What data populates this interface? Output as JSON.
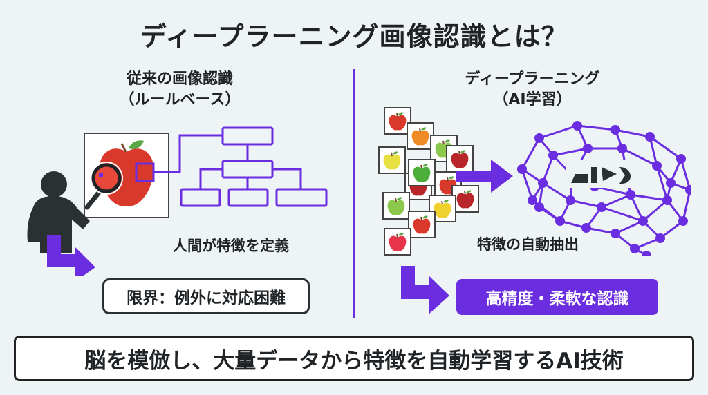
{
  "title": "ディープラーニング画像認識とは？",
  "left": {
    "heading_line1": "従来の画像認識",
    "heading_line2": "（ルールベース）",
    "caption": "人間が特徴を定義",
    "result": "限界：例外に対応困難"
  },
  "right": {
    "heading_line1": "ディープラーニング",
    "heading_line2": "（AI学習）",
    "caption": "特徴の自動抽出",
    "result": "高精度・柔軟な認識",
    "brain_logo_text": "AI"
  },
  "summary": "脳を模倣し、大量データから特徴を自動学習するAI技術",
  "colors": {
    "accent": "#6a2de0",
    "dark": "#2b3033",
    "apple_red": "#d8392b",
    "background": "#eef3f6"
  }
}
